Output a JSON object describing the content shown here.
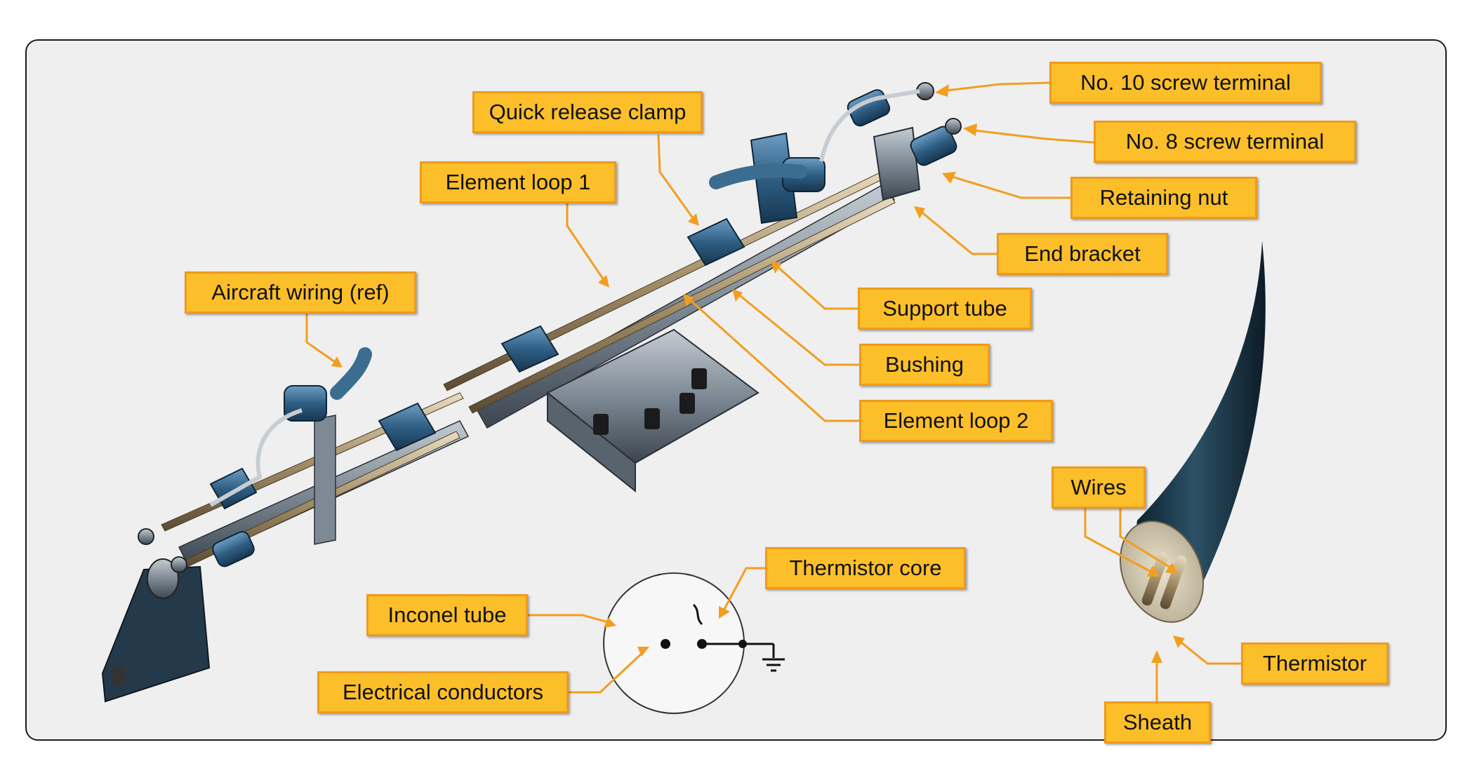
{
  "colors": {
    "panel": "#efefef",
    "label_fill": "#fcbf2a",
    "label_border": "#ef9a1d",
    "leader": "#f29e1f",
    "metal_blue": "#2f5f85",
    "dark_sheath": "#1d3a4c"
  },
  "labels": {
    "no10_screw_terminal": "No. 10 screw terminal",
    "no8_screw_terminal": "No. 8 screw terminal",
    "retaining_nut": "Retaining nut",
    "end_bracket": "End bracket",
    "quick_release_clamp": "Quick release clamp",
    "element_loop_1": "Element loop 1",
    "aircraft_wiring": "Aircraft wiring (ref)",
    "support_tube": "Support tube",
    "bushing": "Bushing",
    "element_loop_2": "Element loop 2",
    "thermistor_core": "Thermistor core",
    "inconel_tube": "Inconel tube",
    "electrical_conductors": "Electrical conductors",
    "wires": "Wires",
    "thermistor": "Thermistor",
    "sheath": "Sheath"
  }
}
